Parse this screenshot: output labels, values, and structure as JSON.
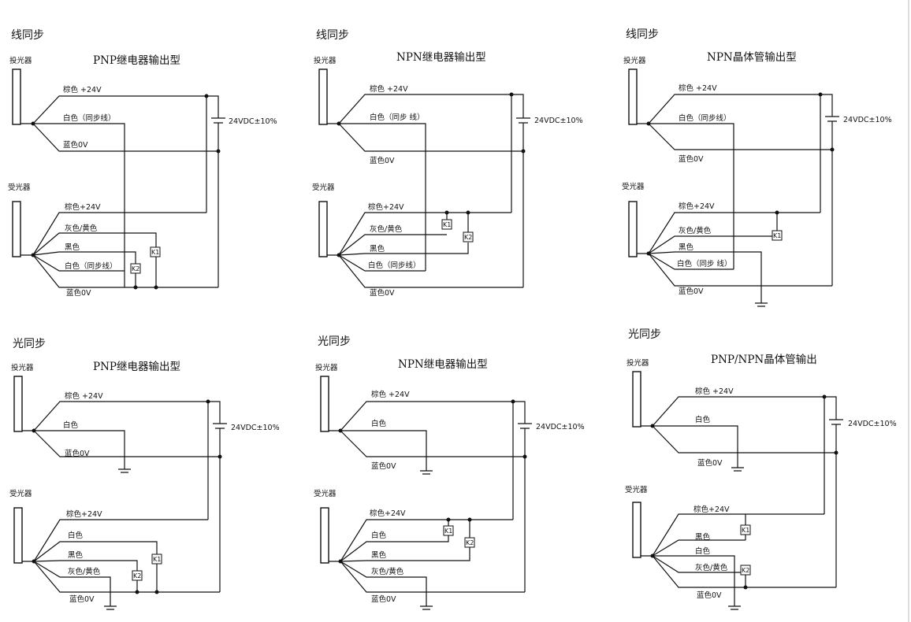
{
  "page_border_color": "#bbbbbb",
  "diagrams": [
    {
      "sync_type": "线同步",
      "title": "PNP继电器输出型",
      "emitter": "投光器",
      "receiver": "受光器",
      "supply": "24VDC±10%",
      "emitter_wires": [
        "棕色 +24V",
        "白色（同步线）",
        "蓝色0V"
      ],
      "receiver_wires": [
        "棕色+24V",
        "灰色/黄色",
        "黑色",
        "白色（同步线）",
        "蓝色0V"
      ],
      "relays": [
        "K1",
        "K2"
      ]
    },
    {
      "sync_type": "线同步",
      "title": "NPN继电器输出型",
      "emitter": "投光器",
      "receiver": "受光器",
      "supply": "24VDC±10%",
      "emitter_wires": [
        "棕色 +24V",
        "白色（同步 线）",
        "蓝色0V"
      ],
      "receiver_wires": [
        "棕色+24V",
        "灰色/黄色",
        "黑色",
        "白色（同步线）",
        "蓝色0V"
      ],
      "relays": [
        "K1",
        "K2"
      ]
    },
    {
      "sync_type": "线同步",
      "title": "NPN晶体管输出型",
      "emitter": "投光器",
      "receiver": "受光器",
      "supply": "24VDC±10%",
      "emitter_wires": [
        "棕色 +24V",
        "白色（同步线）",
        "蓝色0V"
      ],
      "receiver_wires": [
        "棕色+24V",
        "灰色/黄色",
        "黑色",
        "白色（同步 线）",
        "蓝色0V"
      ],
      "relays": [
        "K1"
      ]
    },
    {
      "sync_type": "光同步",
      "title": "PNP继电器输出型",
      "emitter": "投光器",
      "receiver": "受光器",
      "supply": "24VDC±10%",
      "emitter_wires": [
        "棕色 +24V",
        "白色",
        "蓝色0V"
      ],
      "receiver_wires": [
        "棕色+24V",
        "白色",
        "黑色",
        "灰色/黄色",
        "蓝色0V"
      ],
      "relays": [
        "K1",
        "K2"
      ]
    },
    {
      "sync_type": "光同步",
      "title": "NPN继电器输出型",
      "emitter": "投光器",
      "receiver": "受光器",
      "supply": "24VDC±10%",
      "emitter_wires": [
        "棕色 +24V",
        "白色",
        "蓝色0V"
      ],
      "receiver_wires": [
        "棕色+24V",
        "白色",
        "黑色",
        "灰色/黄色",
        "蓝色0V"
      ],
      "relays": [
        "K1",
        "K2"
      ]
    },
    {
      "sync_type": "光同步",
      "title": "PNP/NPN晶体管输出",
      "emitter": "投光器",
      "receiver": "受光器",
      "supply": "24VDC±10%",
      "emitter_wires": [
        "棕色 +24V",
        "白色",
        "蓝色0V"
      ],
      "receiver_wires": [
        "棕色+24V",
        "黑色",
        "白色",
        "灰色/黄色",
        "蓝色0V"
      ],
      "relays": [
        "K1",
        "K2"
      ]
    }
  ]
}
